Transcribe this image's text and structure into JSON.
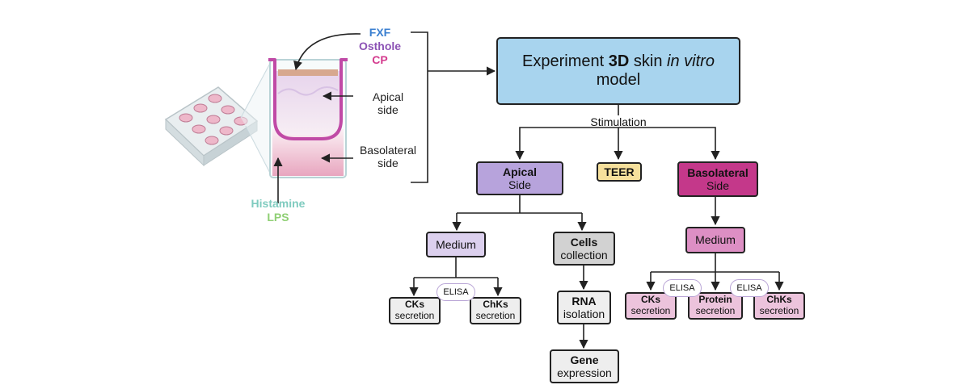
{
  "compounds": {
    "fxf": "FXF",
    "osthole": "Osthole",
    "cp": "CP"
  },
  "stimuli": {
    "histamine": "Histamine",
    "lps": "LPS"
  },
  "side_labels": {
    "apical": [
      "Apical",
      "side"
    ],
    "basolateral": [
      "Basolateral",
      "side"
    ]
  },
  "title_box": {
    "part1": "Experiment ",
    "bold": "3D",
    "part2": " skin ",
    "italic": "in vitro",
    "line2": "model"
  },
  "stimulation_label": "Stimulation",
  "apical_box": {
    "bold": "Apical",
    "text": "Side"
  },
  "teer_box": "TEER",
  "basolateral_box": {
    "bold": "Basolateral",
    "text": "Side"
  },
  "apical_medium": "Medium",
  "cells_box": {
    "bold": "Cells",
    "text": "collection"
  },
  "rna_box": {
    "bold": "RNA",
    "text": "isolation"
  },
  "gene_box": {
    "bold": "Gene",
    "text": "expression"
  },
  "apical_cks": {
    "bold": "CKs",
    "text": "secretion"
  },
  "apical_chks": {
    "bold": "ChKs",
    "text": "secretion"
  },
  "baso_medium": "Medium",
  "baso_cks": {
    "bold": "CKs",
    "text": "secretion"
  },
  "baso_protein": {
    "bold": "Protein",
    "text": "secretion"
  },
  "baso_chks": {
    "bold": "ChKs",
    "text": "secretion"
  },
  "elisa": "ELISA",
  "colors": {
    "fxf": "#3a7fd0",
    "osthole": "#8c52b5",
    "cp": "#d43b8e",
    "histamine": "#7fcbbf",
    "lps": "#8fcf74",
    "title_fill": "#a8d4ee",
    "apical_fill": "#b7a3dc",
    "teer_fill": "#f6e09c",
    "baso_fill": "#c4388a",
    "medium_apical": "#dcd0ee",
    "cells_fill": "#d2d2d2",
    "light_fill": "#eeeeee",
    "pink_light": "#ecc3dc",
    "baso_medium": "#dd8fc4"
  }
}
